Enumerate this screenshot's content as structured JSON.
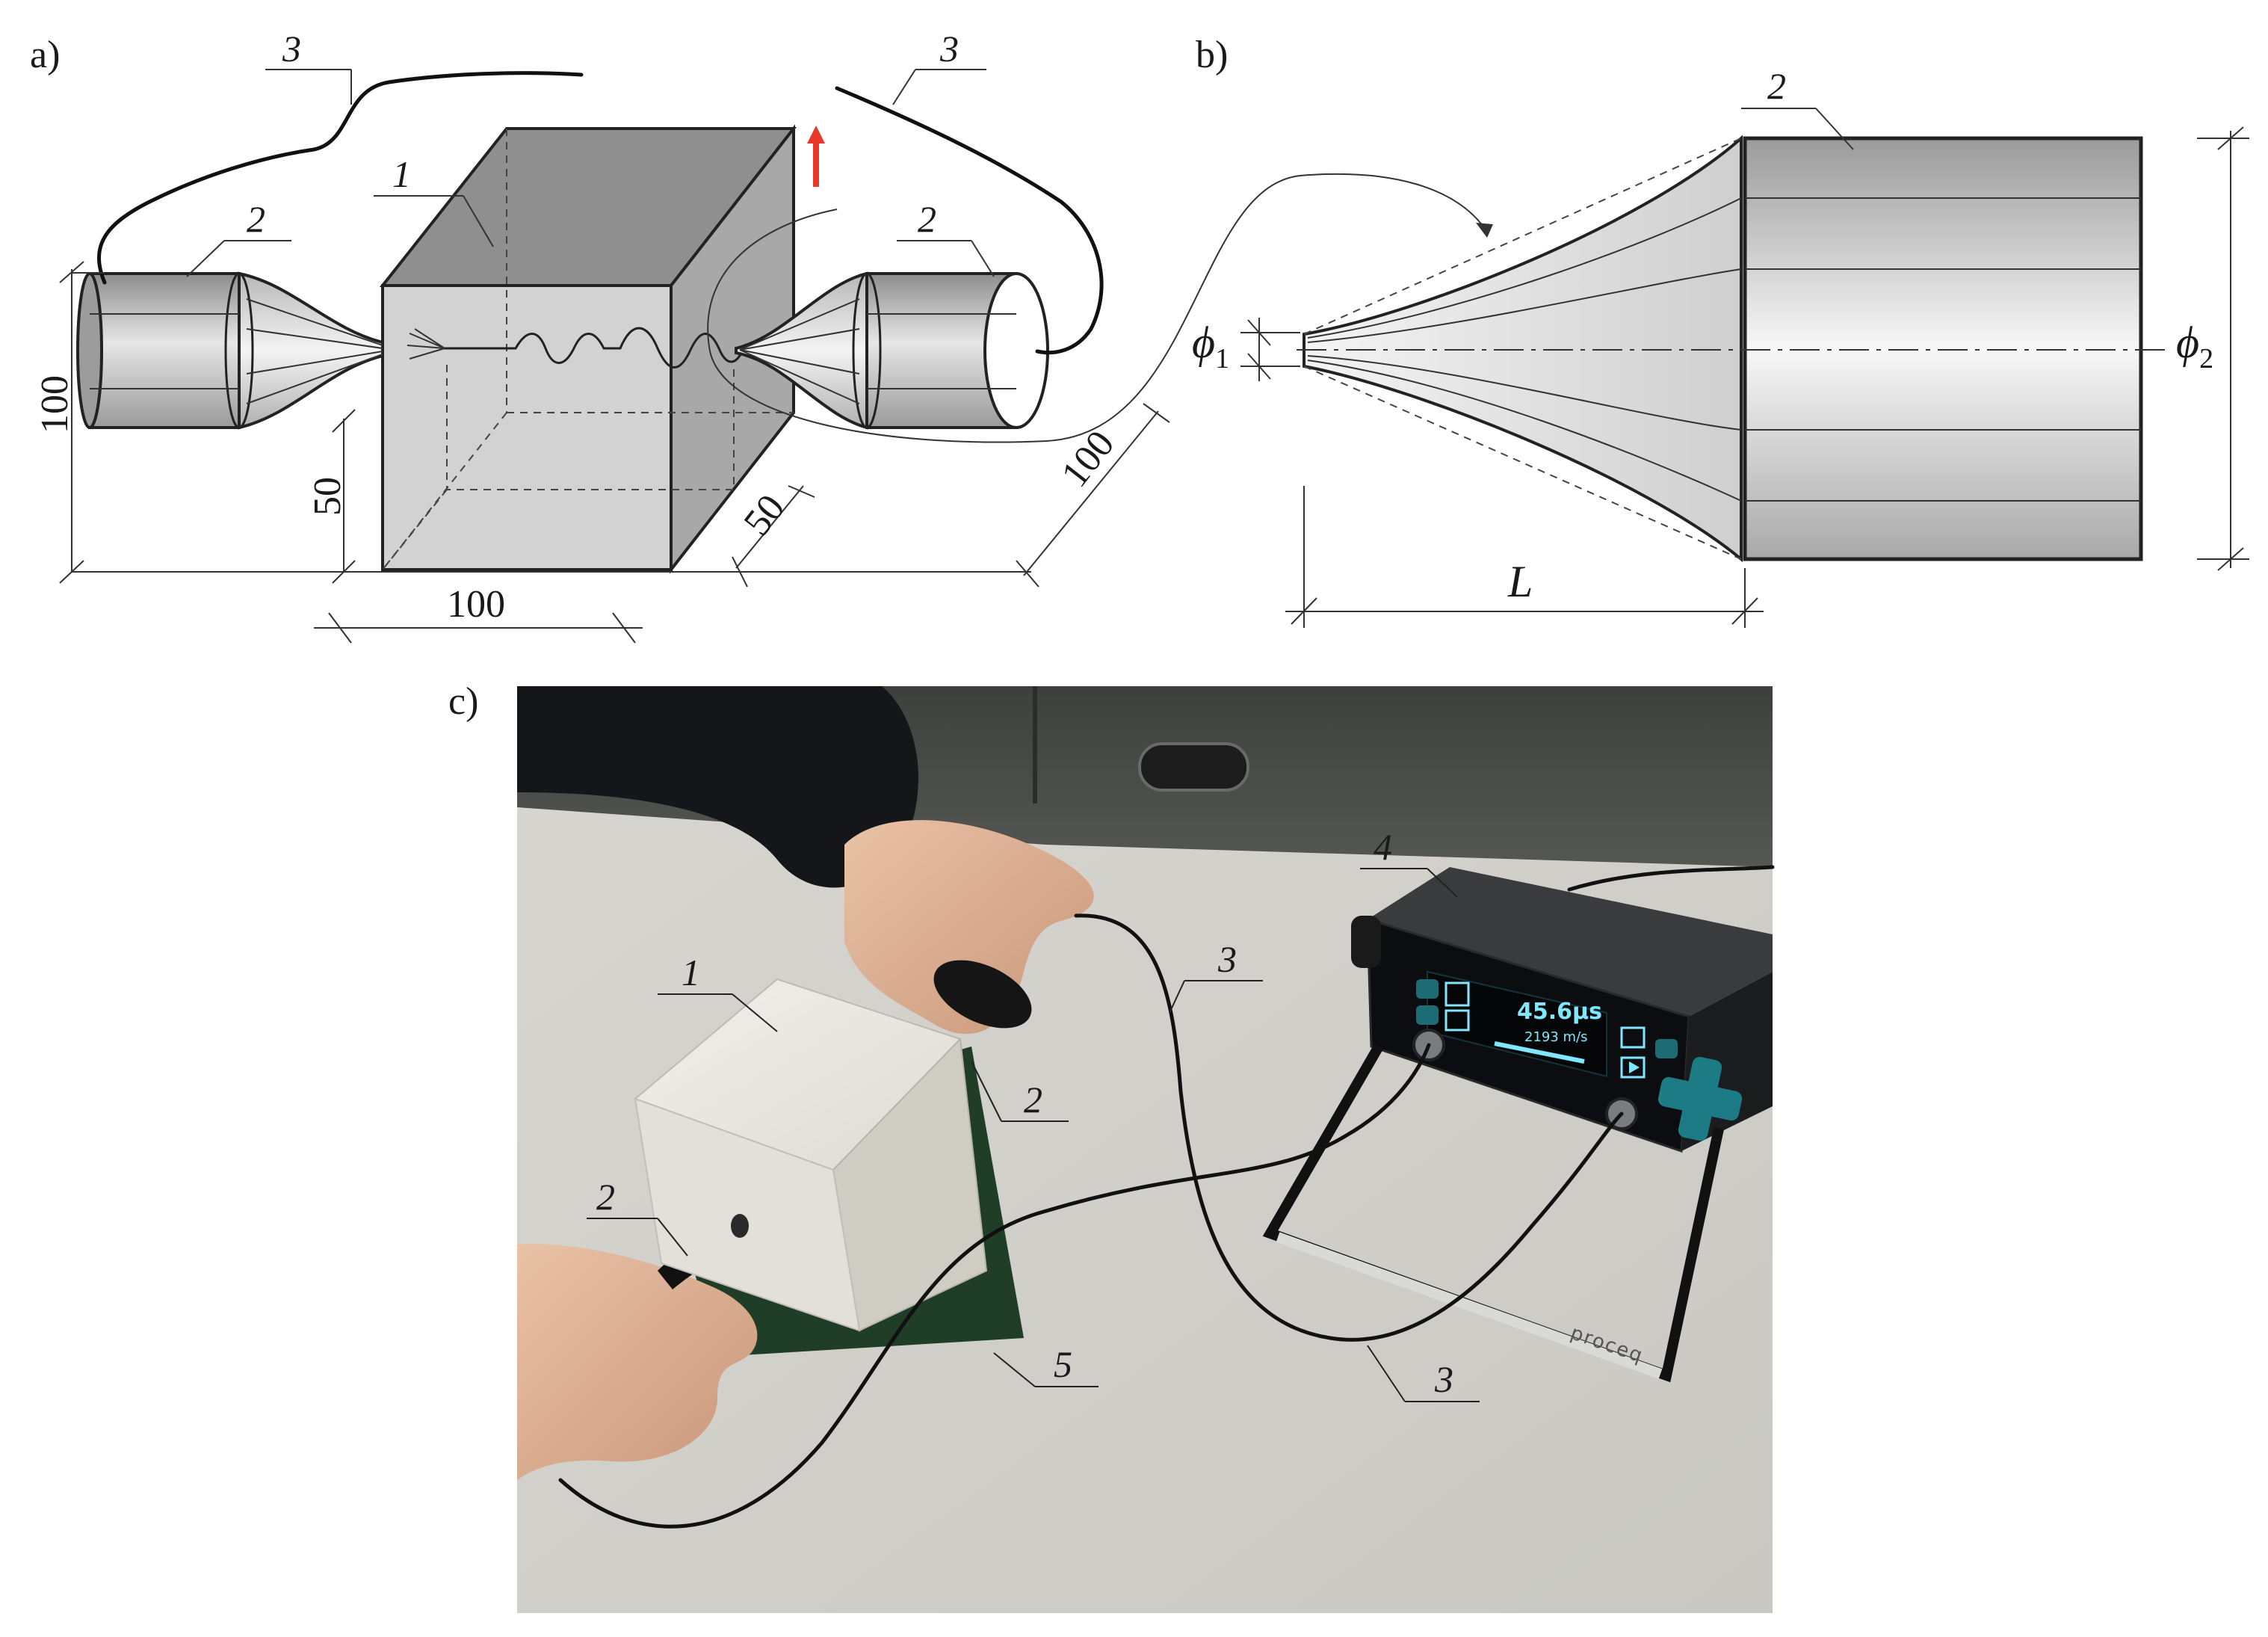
{
  "panels": {
    "a": "a)",
    "b": "b)",
    "c": "c)"
  },
  "labels_a": {
    "specimen": "1",
    "transducer_left": "2",
    "transducer_right": "2",
    "cable_left": "3",
    "cable_right": "3"
  },
  "dims_a": {
    "height": "100",
    "offset_left": "50",
    "width": "100",
    "depth": "50",
    "diag": "100"
  },
  "labels_b": {
    "transducer": "2",
    "phi": "ϕ",
    "phi1_sub": "1",
    "phi2_sub": "2",
    "length": "L"
  },
  "labels_c": {
    "specimen": "1",
    "transducer_top": "2",
    "transducer_left": "2",
    "cable_top": "3",
    "cable_bottom": "3",
    "device": "4",
    "cable_5": "5"
  },
  "device_screen": {
    "time": "45.6μs",
    "velocity": "2193 m/s"
  },
  "device_brand": "proceq",
  "colors": {
    "accent_red": "#e8392a",
    "screen_cyan": "#7fe8ff",
    "mat_green": "#1f3d27"
  }
}
